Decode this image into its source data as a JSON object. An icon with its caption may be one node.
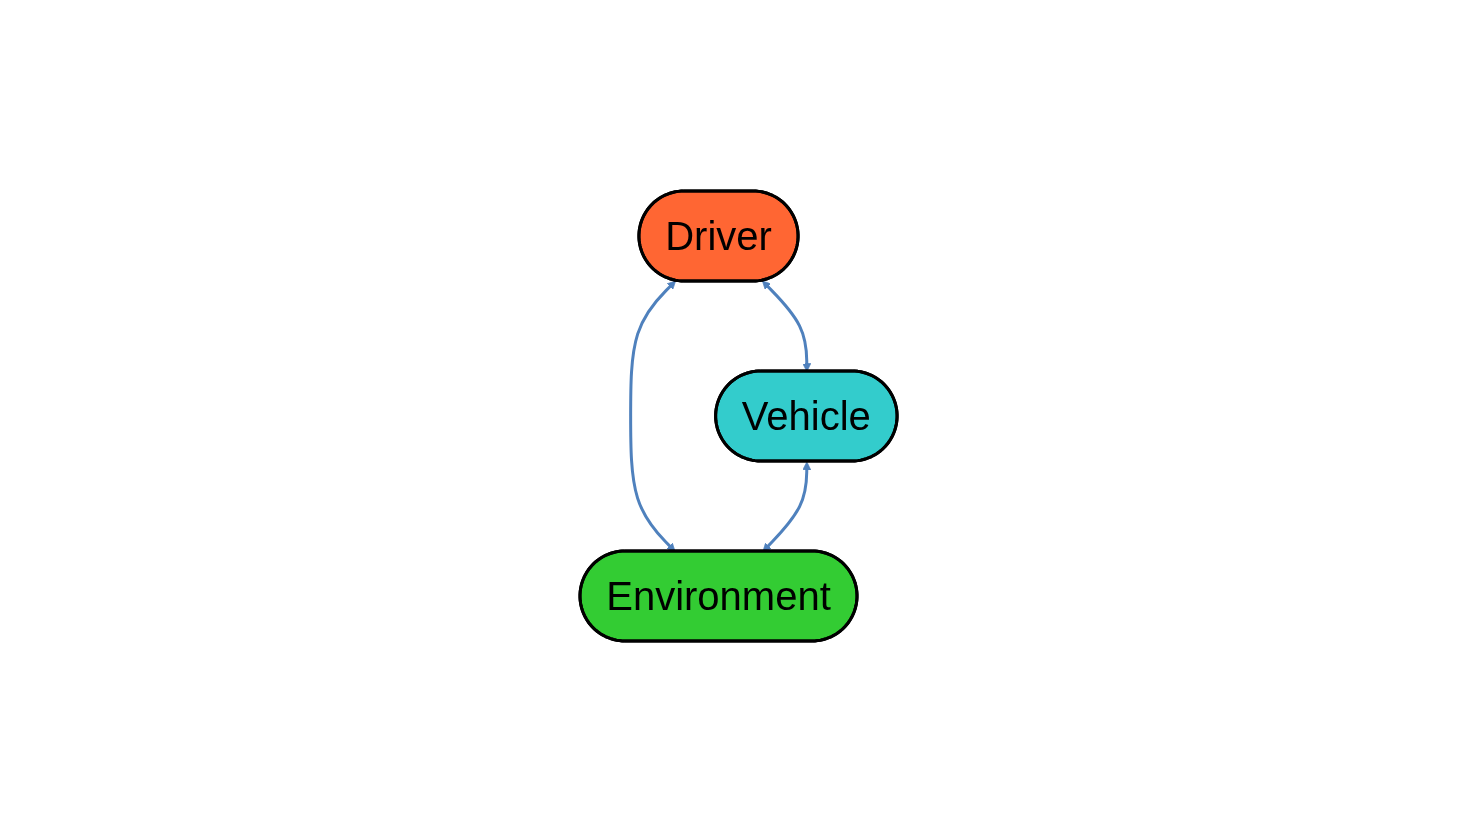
{
  "diagram": {
    "nodes": [
      {
        "text": [
          "Driver"
        ]
      },
      {
        "text": [
          "Vehicle"
        ]
      },
      {
        "text": [
          "Environment"
        ]
      }
    ],
    "edges": [
      {
        "from": 0,
        "to": 1,
        "arrow": "both"
      },
      {
        "from": 0,
        "to": 2,
        "arrow": "both"
      },
      {
        "from": 1,
        "to": 2,
        "arrow": "both"
      }
    ]
  }
}
